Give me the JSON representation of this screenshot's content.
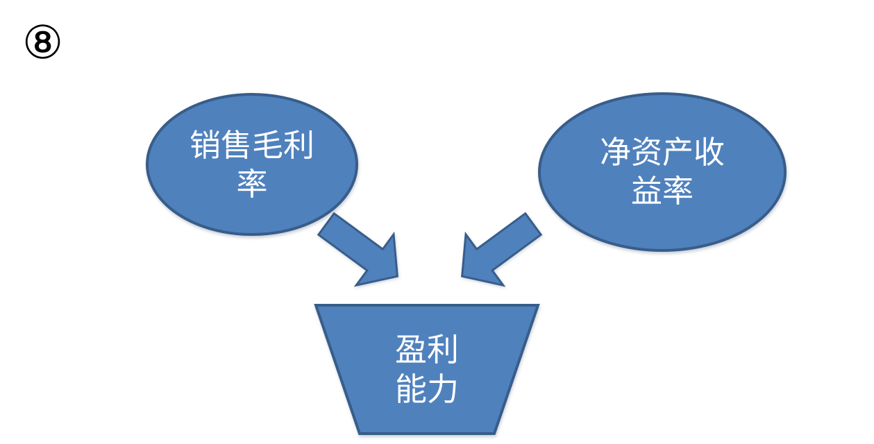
{
  "badge": {
    "number": "⑧"
  },
  "diagram": {
    "nodes": {
      "left_ellipse": {
        "label": "销售毛利率",
        "lines": [
          "销售毛利",
          "率"
        ]
      },
      "right_ellipse": {
        "label": "净资产收益率",
        "lines": [
          "净资产收",
          "益率"
        ]
      },
      "funnel": {
        "label": "盈利能力",
        "lines": [
          "盈利",
          "能力"
        ]
      }
    },
    "connectors": [
      {
        "name": "left-arrow",
        "from": "left_ellipse",
        "to": "funnel",
        "direction": "down-right"
      },
      {
        "name": "right-arrow",
        "from": "right_ellipse",
        "to": "funnel",
        "direction": "down-left"
      }
    ],
    "colors": {
      "page_bg": "#ffffff",
      "shape_fill": "#4f81bd",
      "shape_stroke": "#385d8a",
      "label_text": "#ffffff",
      "badge_text": "#000000"
    }
  }
}
